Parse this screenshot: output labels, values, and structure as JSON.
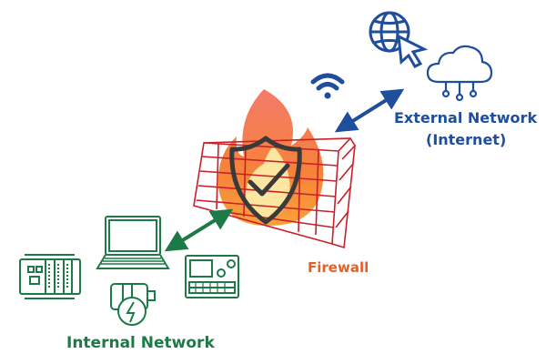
{
  "labels": {
    "external": "External Network",
    "external_sub": "(Internet)",
    "firewall": "Firewall",
    "internal": "Internal Network"
  },
  "colors": {
    "external": "#1f4e9c",
    "firewall_text": "#e0622a",
    "wall": "#c8202a",
    "shield": "#3a3a3a",
    "internal": "#1d7a46",
    "flame_outer": "#f36d3a",
    "flame_inner": "#fde7a0"
  },
  "icons": [
    "globe-cursor-icon",
    "cloud-network-icon",
    "wifi-icon",
    "firewall-wall-icon",
    "flame-icon",
    "shield-check-icon",
    "laptop-icon",
    "plc-icon",
    "motor-icon",
    "control-panel-icon"
  ]
}
